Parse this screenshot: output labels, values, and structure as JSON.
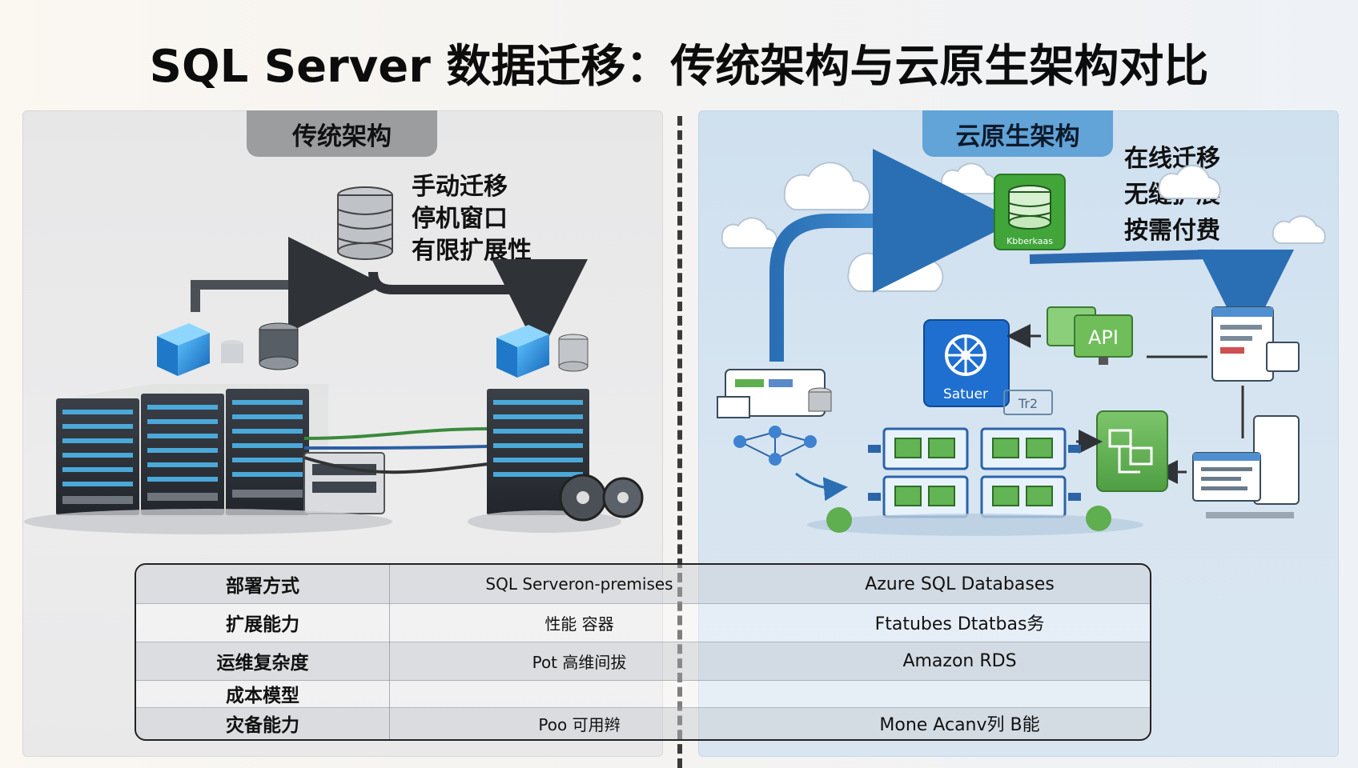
{
  "title": "SQL Server 数据迁移：传统架构与云原生架构对比",
  "left_panel": {
    "tab_label": "传统架构",
    "features": [
      "手动迁移",
      "停机窗口",
      "有限扩展性"
    ]
  },
  "right_panel": {
    "tab_label": "云原生架构",
    "features": [
      "在线迁移",
      "无缝扩展",
      "按需付费"
    ],
    "kubernetes_label": "Kbberkaas",
    "service_label": "Satuer",
    "api_label": "API",
    "small_label": "Tr2"
  },
  "table": {
    "rows": [
      {
        "label": "部署方式",
        "traditional": "SQL Serveron-premises",
        "cloud": "Azure SQL Databases"
      },
      {
        "label": "扩展能力",
        "traditional": "性能 容器",
        "cloud": "Ftatubes Dtatbas务"
      },
      {
        "label": "运维复杂度",
        "traditional": "Pot 高维间拔",
        "cloud": "Amazon RDS"
      },
      {
        "label": "成本模型",
        "traditional": "",
        "cloud": ""
      },
      {
        "label": "灾备能力",
        "traditional": "Poo 可用辫",
        "cloud": "Mone Acanv列 B能"
      }
    ]
  },
  "colors": {
    "left_panel_bg": "#e7e7e8",
    "right_panel_bg": "#d3e3f0",
    "left_tab": "#9b9d9f",
    "right_tab": "#62a3d8",
    "accent_blue": "#2b78c4",
    "accent_green": "#3fa43a"
  }
}
